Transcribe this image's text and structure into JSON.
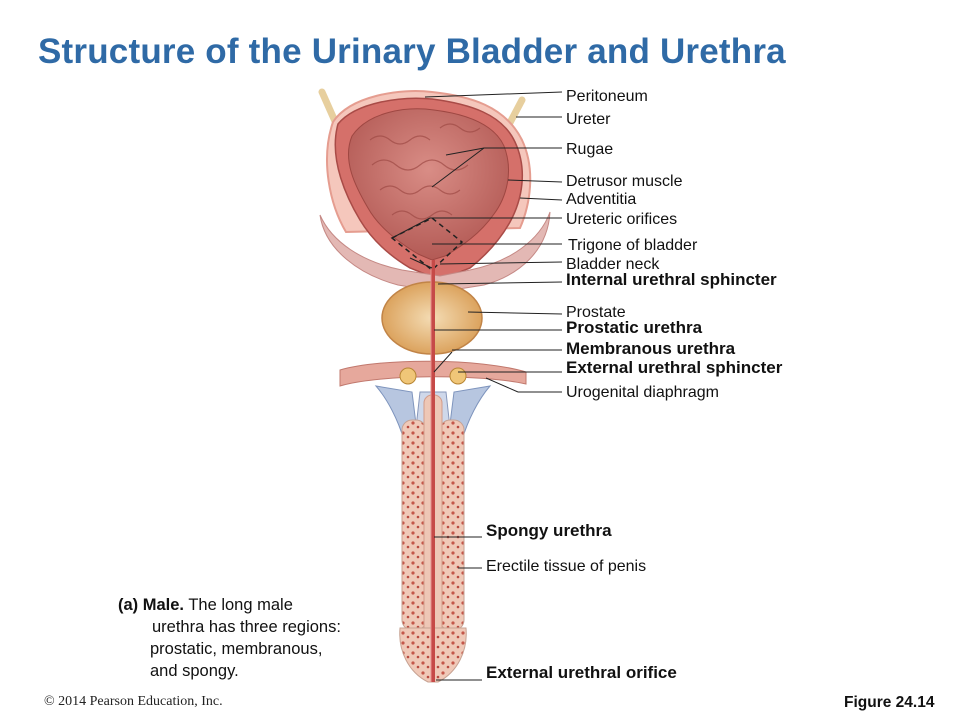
{
  "title": "Structure of the Urinary Bladder and Urethra",
  "labels": {
    "peritoneum": "Peritoneum",
    "ureter": "Ureter",
    "rugae": "Rugae",
    "detrusor": "Detrusor muscle",
    "adventitia": "Adventitia",
    "ureteric_orifices": "Ureteric orifices",
    "trigone": "Trigone of bladder",
    "bladder_neck": "Bladder neck",
    "internal_sphincter": "Internal urethral sphincter",
    "prostate": "Prostate",
    "prostatic_urethra": "Prostatic urethra",
    "membranous_urethra": "Membranous urethra",
    "external_sphincter": "External urethral sphincter",
    "urogenital_diaphragm": "Urogenital diaphragm",
    "spongy_urethra": "Spongy urethra",
    "erectile_tissue": "Erectile tissue of penis",
    "external_orifice": "External urethral orifice"
  },
  "caption": {
    "prefix": "(a) Male.",
    "line1": " The long male",
    "line2": "urethra has three regions:",
    "line3": "prostatic, membranous,",
    "line4": "and spongy."
  },
  "copyright": "© 2014 Pearson Education, Inc.",
  "figure": "Figure 24.14"
}
